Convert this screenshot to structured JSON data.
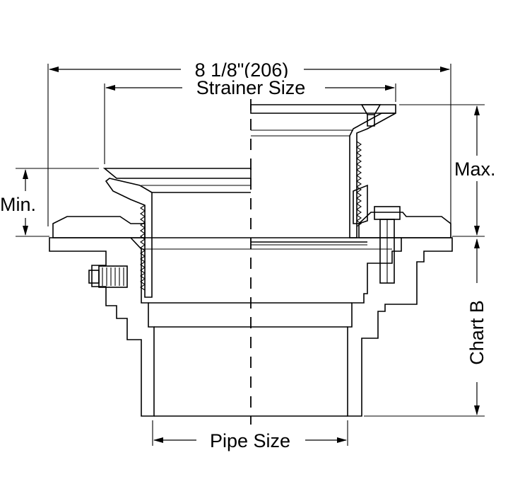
{
  "labels": {
    "overall_width": "8 1/8\"(206)",
    "strainer_size": "Strainer Size",
    "max": "Max.",
    "min": "Min.",
    "chart_b": "Chart B",
    "pipe_size": "Pipe Size"
  }
}
